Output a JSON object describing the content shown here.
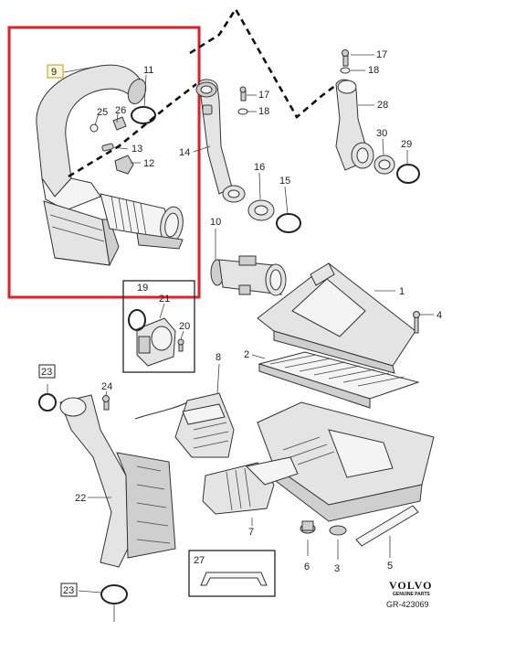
{
  "diagram": {
    "labels": {
      "p1": "1",
      "p2": "2",
      "p3": "3",
      "p4": "4",
      "p5": "5",
      "p6": "6",
      "p7": "7",
      "p8": "8",
      "p9": "9",
      "p10": "10",
      "p11": "11",
      "p12": "12",
      "p13": "13",
      "p14": "14",
      "p15": "15",
      "p16": "16",
      "p17a": "17",
      "p17b": "17",
      "p18a": "18",
      "p18b": "18",
      "p19": "19",
      "p20": "20",
      "p21": "21",
      "p22": "22",
      "p23a": "23",
      "p23b": "23",
      "p24": "24",
      "p25": "25",
      "p26": "26",
      "p27": "27",
      "p28": "28",
      "p29": "29",
      "p30": "30"
    },
    "highlight_color": "#e0202a",
    "brand": {
      "name": "VOLVO",
      "subtitle": "GENUINE PARTS",
      "code": "GR-423069"
    }
  }
}
